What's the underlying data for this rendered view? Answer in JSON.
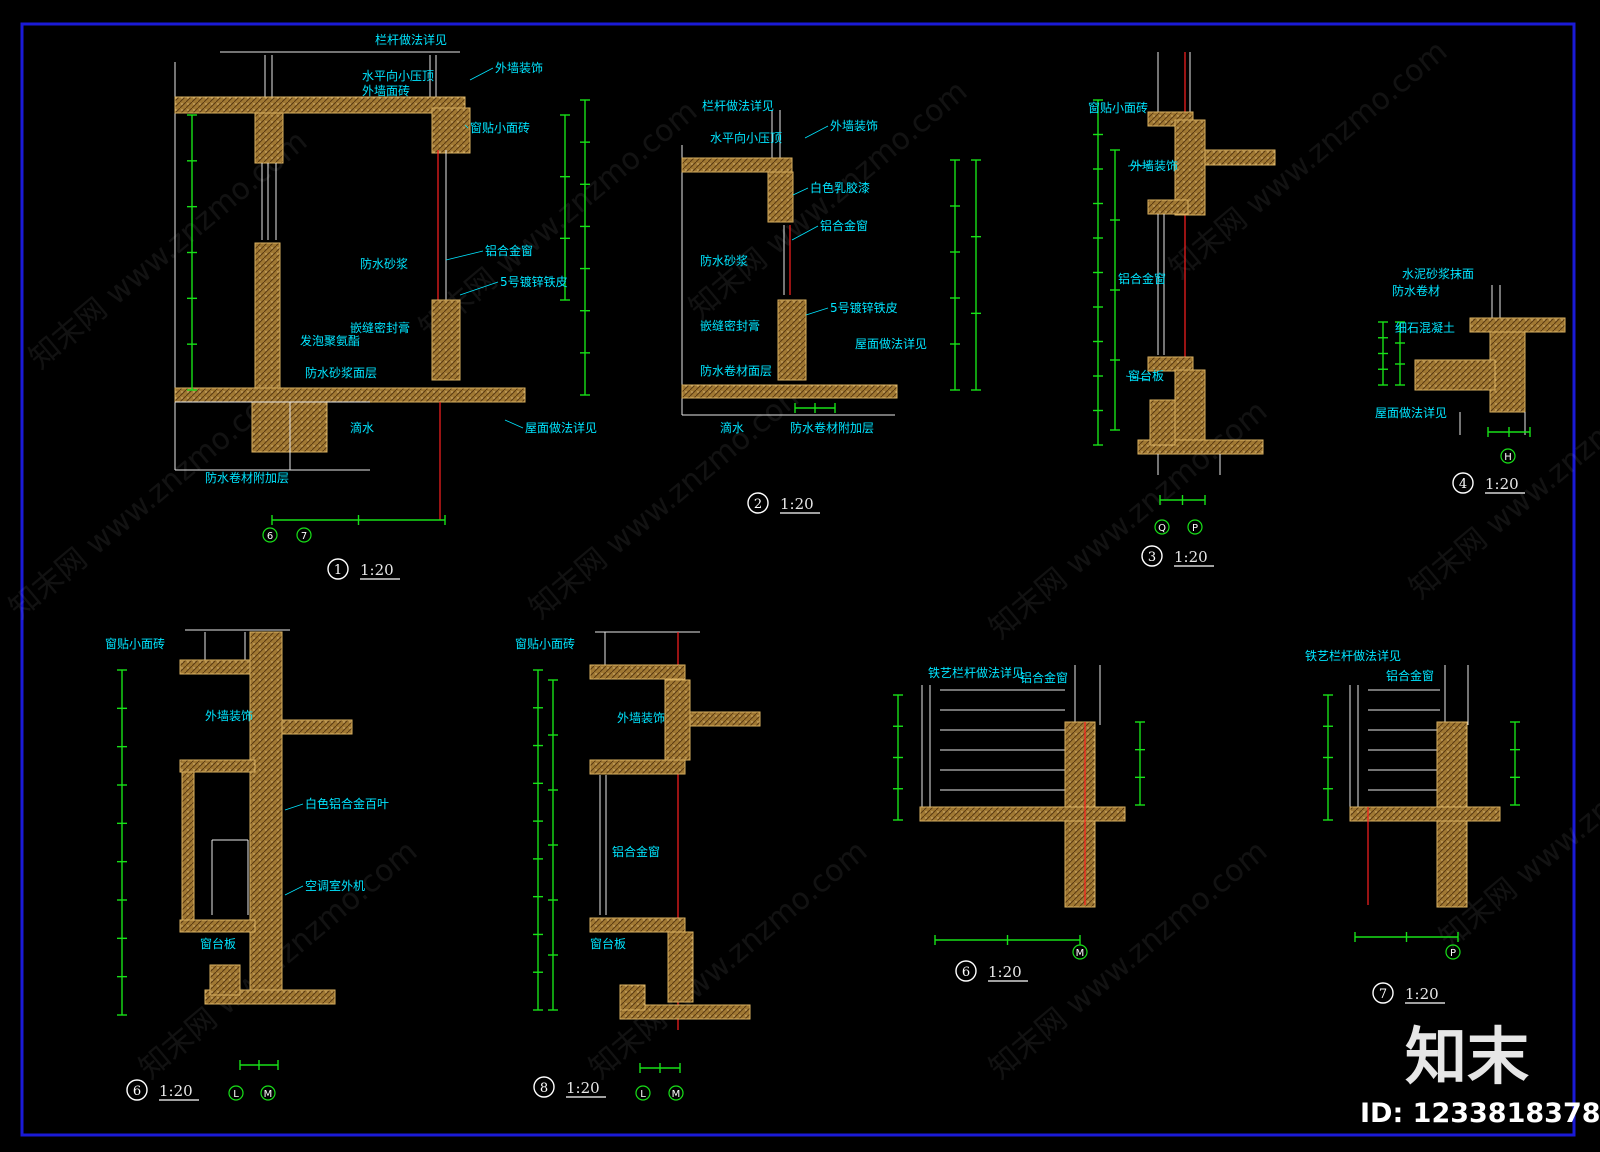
{
  "colors": {
    "background": "#000000",
    "frame": "#1a1ad6",
    "concrete": "#a07833",
    "concrete_edge": "#d9b060",
    "dimension": "#18e018",
    "label": "#00e5ff",
    "line_white": "#e8e8e8",
    "line_red": "#ff2020"
  },
  "details": [
    {
      "number": "1",
      "scale": "1:20",
      "axes": [
        "6",
        "7"
      ],
      "labels": [
        "栏杆做法详见",
        "外墙装饰",
        "水平向小压顶",
        "外墙面砖",
        "窗贴小面砖",
        "铝合金窗",
        "防水砂浆",
        "5号镀锌铁皮",
        "嵌缝密封膏",
        "发泡聚氨酯",
        "防水砂浆面层",
        "滴水",
        "屋面做法详见",
        "防水卷材附加层"
      ]
    },
    {
      "number": "2",
      "scale": "1:20",
      "axes": [],
      "labels": [
        "栏杆做法详见",
        "外墙装饰",
        "水平向小压顶",
        "白色乳胶漆",
        "铝合金窗",
        "防水砂浆",
        "5号镀锌铁皮",
        "嵌缝密封膏",
        "屋面做法详见",
        "防水卷材面层",
        "滴水",
        "防水卷材附加层"
      ]
    },
    {
      "number": "3",
      "scale": "1:20",
      "axes": [
        "Q",
        "P"
      ],
      "labels": [
        "窗贴小面砖",
        "外墙装饰",
        "铝合金窗",
        "窗台板"
      ]
    },
    {
      "number": "4",
      "scale": "1:20",
      "axes": [
        "H"
      ],
      "labels": [
        "水泥砂浆抹面",
        "防水卷材",
        "细石混凝土",
        "屋面做法详见"
      ]
    },
    {
      "number": "6",
      "scale": "1:20",
      "axes": [
        "M"
      ],
      "labels": [
        "铁艺栏杆做法详见",
        "铝合金窗"
      ]
    },
    {
      "number": "7",
      "scale": "1:20",
      "axes": [
        "P"
      ],
      "labels": [
        "铁艺栏杆做法详见",
        "铝合金窗"
      ]
    },
    {
      "number": "6",
      "scale": "1:20",
      "axes": [
        "L",
        "M"
      ],
      "labels": [
        "窗贴小面砖",
        "外墙装饰",
        "白色铝合金百叶",
        "空调室外机",
        "窗台板"
      ]
    },
    {
      "number": "8",
      "scale": "1:20",
      "axes": [
        "L",
        "M"
      ],
      "labels": [
        "窗贴小面砖",
        "外墙装饰",
        "铝合金窗",
        "窗台板"
      ]
    }
  ],
  "watermark": {
    "text": "知末网 www.znzmo.com",
    "logo": "知末",
    "id_label": "ID: 1233818378"
  }
}
